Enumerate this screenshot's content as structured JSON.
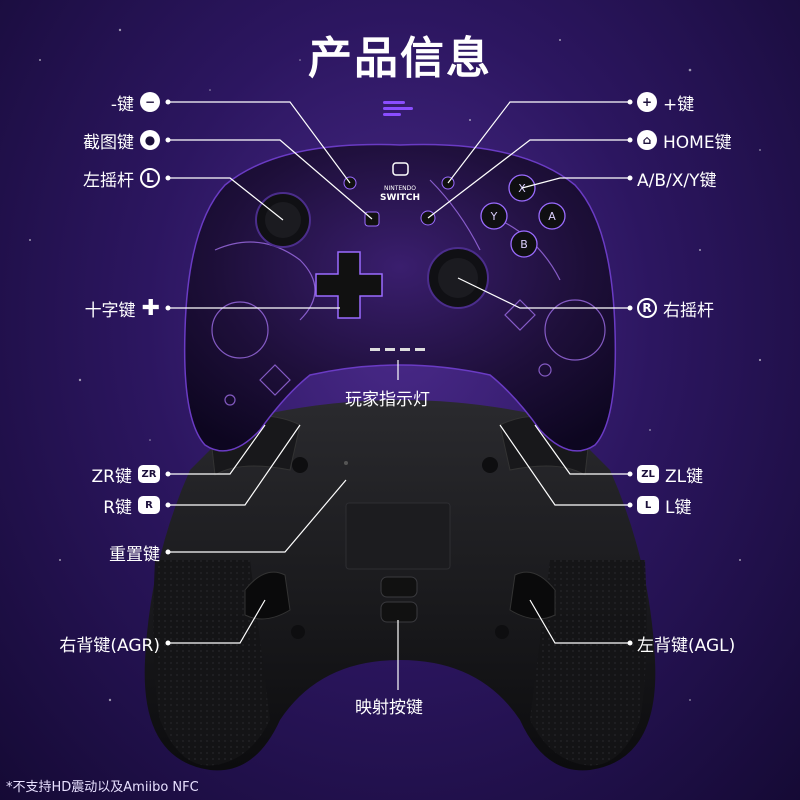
{
  "title": "产品信息",
  "labels": {
    "minus": "-键",
    "capture": "截图键",
    "left_stick": "左摇杆",
    "dpad": "十字键",
    "plus": "+键",
    "home": "HOME键",
    "abxy": "A/B/X/Y键",
    "right_stick": "右摇杆",
    "player_led": "玩家指示灯",
    "zr": "ZR键",
    "r": "R键",
    "reset": "重置键",
    "agr": "右背键(AGR)",
    "zl": "ZL键",
    "l": "L键",
    "agl": "左背键(AGL)",
    "mapping": "映射按键"
  },
  "badges": {
    "minus": "−",
    "capture": "●",
    "left_stick": "L",
    "plus": "+",
    "home": "⌂",
    "right_stick": "R",
    "zr": "ZR",
    "r": "R",
    "zl": "ZL",
    "l": "L"
  },
  "controller": {
    "brand_line1": "NINTENDO",
    "brand_line2": "SWITCH",
    "face_buttons": [
      "X",
      "Y",
      "A",
      "B"
    ]
  },
  "footnote": "*不支持HD震动以及Amiibo NFC",
  "colors": {
    "bg_center": "#4a2a8a",
    "bg_edge": "#150a35",
    "accent_purple": "#8a4dff",
    "line": "#ffffff"
  }
}
